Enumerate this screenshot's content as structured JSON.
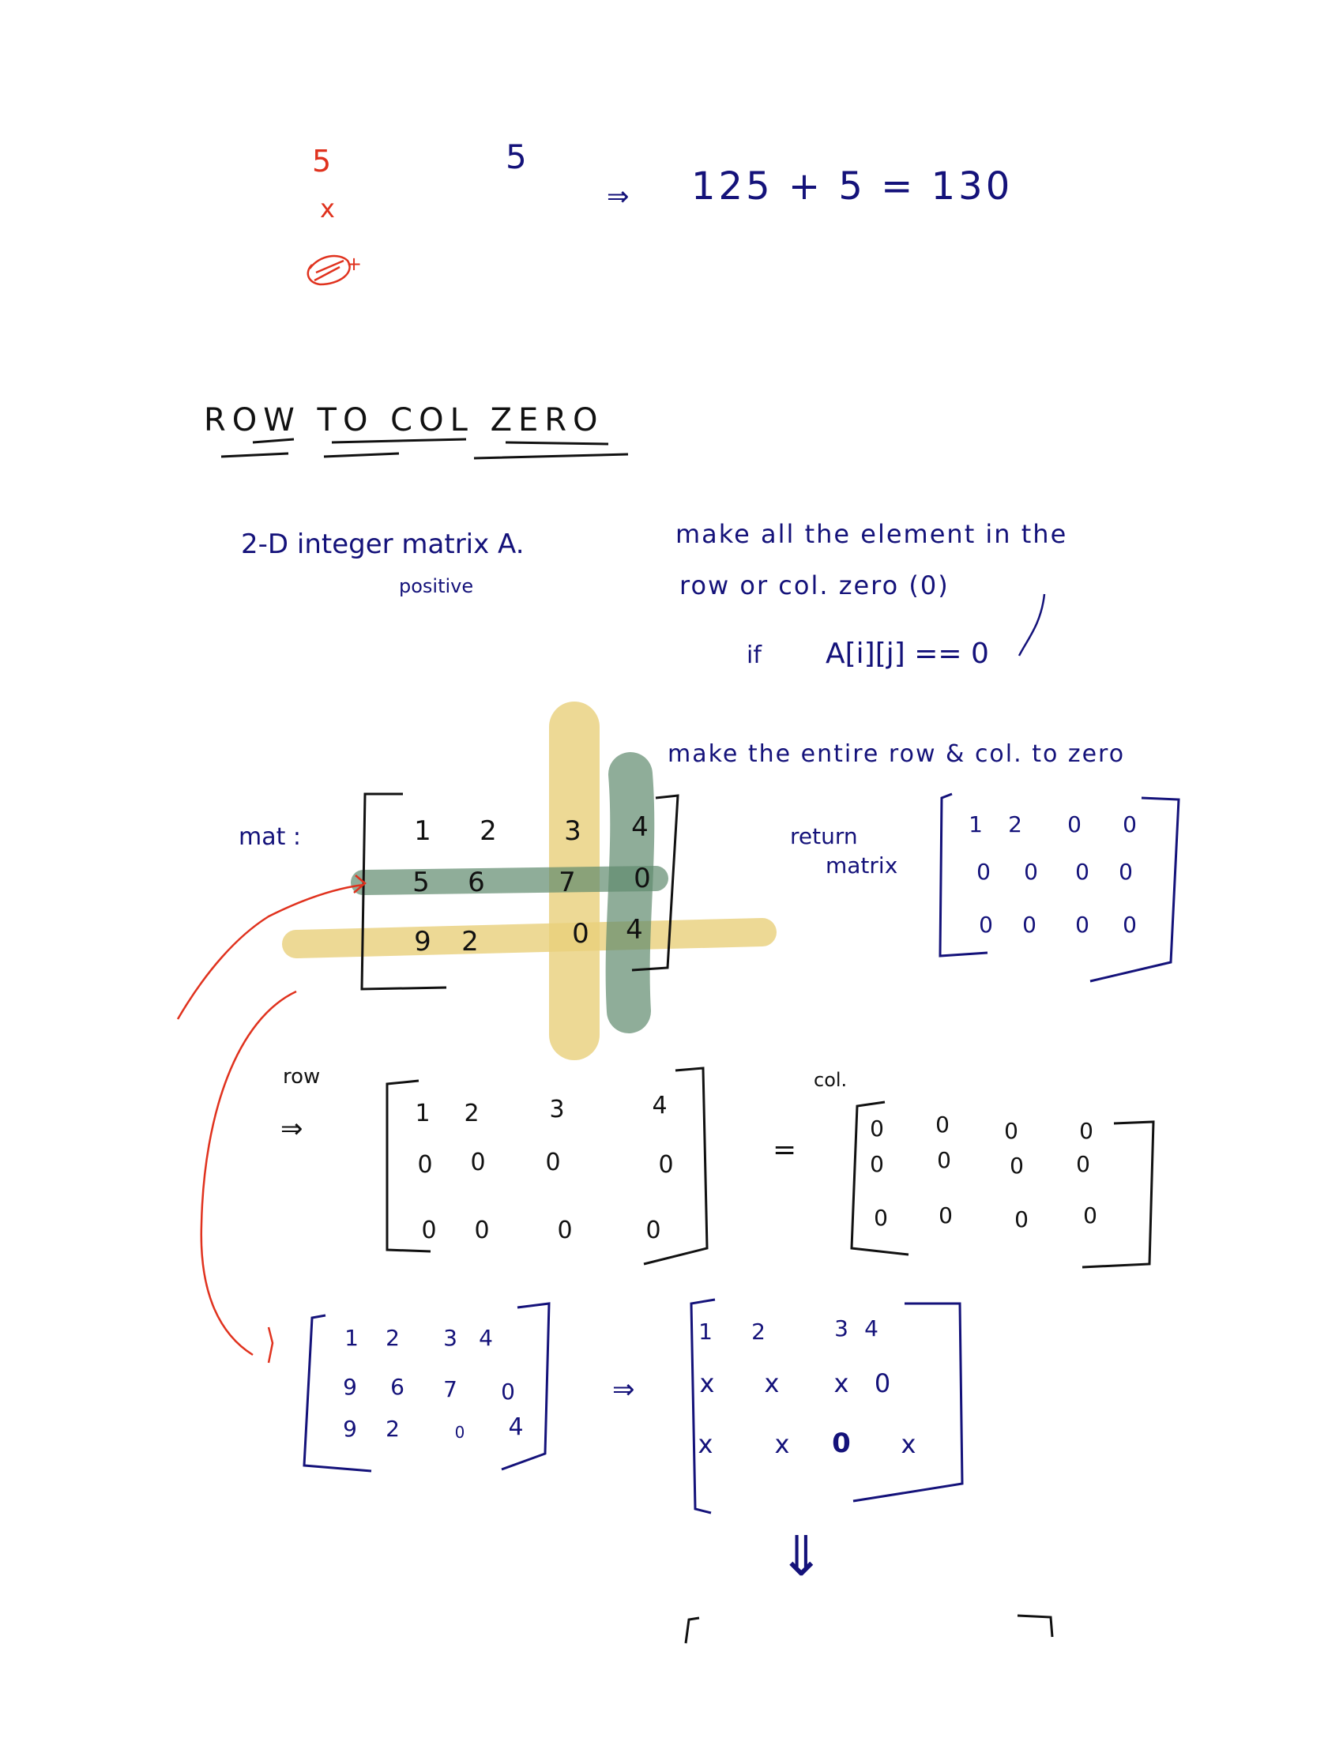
{
  "top_note": {
    "red_5": "5",
    "red_x": "x",
    "blue_5": "5",
    "arrow": "⇒",
    "equation": "125 + 5 = 130"
  },
  "title": "ROW TO COL ZERO",
  "problem": {
    "left_text": "2-D integer matrix A.",
    "left_sub": "positive",
    "right_line1": "make all the element in the",
    "right_line2": "row or col. zero (0)",
    "right_line3": "if",
    "right_condition": "A[i][j] == 0",
    "instruction": "make the entire row & col. to zero"
  },
  "mat": {
    "label": "mat :",
    "rows": [
      [
        "1",
        "2",
        "3",
        "4"
      ],
      [
        "5",
        "6",
        "7",
        "0"
      ],
      [
        "9",
        "2",
        "0",
        "4"
      ]
    ]
  },
  "return_matrix": {
    "label_line1": "return",
    "label_line2": "matrix",
    "rows": [
      [
        "1",
        "2",
        "0",
        "0"
      ],
      [
        "0",
        "0",
        "0",
        "0"
      ],
      [
        "0",
        "0",
        "0",
        "0"
      ]
    ]
  },
  "row_step": {
    "label": "row",
    "arrow": "⇒",
    "rows": [
      [
        "1",
        "2",
        "3",
        "4"
      ],
      [
        "0",
        "0",
        "0",
        "0"
      ],
      [
        "0",
        "0",
        "0",
        "0"
      ]
    ]
  },
  "equals": "=",
  "col_step": {
    "label": "col.",
    "rows": [
      [
        "0",
        "0",
        "0",
        "0"
      ],
      [
        "0",
        "0",
        "0",
        "0"
      ],
      [
        "0",
        "0",
        "0",
        "0"
      ]
    ]
  },
  "marked_input": {
    "rows": [
      [
        "1",
        "2",
        "3",
        "4"
      ],
      [
        "9",
        "6",
        "7",
        "0"
      ],
      [
        "9",
        "2",
        "0",
        "4"
      ]
    ]
  },
  "arrow_mid": "⇒",
  "marked_output": {
    "rows": [
      [
        "1",
        "2",
        "3",
        "4"
      ],
      [
        "x",
        "x",
        "x",
        "0"
      ],
      [
        "x",
        "x",
        "0",
        "x"
      ]
    ]
  },
  "down_arrow": "⇓",
  "colors": {
    "ink": "#14127a",
    "red": "#e0321e",
    "yellow_highlight": "#e8cf7a",
    "green_highlight": "#5f8a6e"
  }
}
